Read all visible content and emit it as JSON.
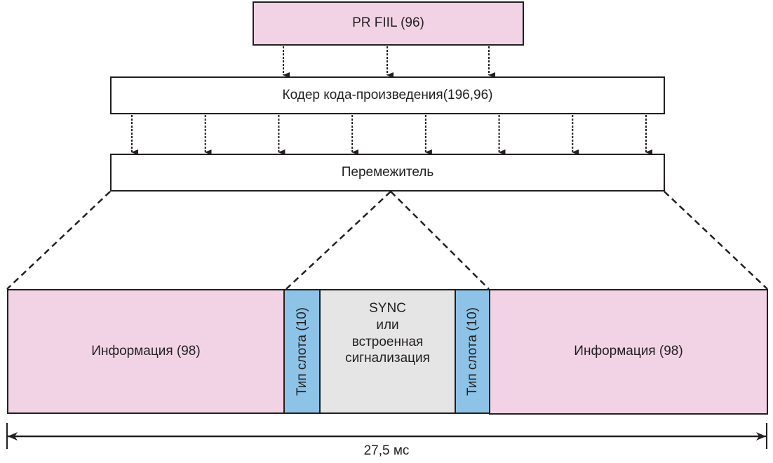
{
  "diagram": {
    "source_block": {
      "label": "PR FIIL (96)",
      "color": "#f2d3e6"
    },
    "encoder_block": {
      "label": "Кодер кода-произведения(196,96)"
    },
    "interleaver_block": {
      "label": "Перемежитель"
    },
    "burst": {
      "segments": [
        {
          "id": "info-left",
          "label": "Информация (98)",
          "color": "#f2d3e6"
        },
        {
          "id": "slot-type-left",
          "label": "Тип слота (10)",
          "color": "#8ec3e8",
          "vertical": true
        },
        {
          "id": "sync",
          "label_lines": [
            "SYNC",
            "или",
            "встроенная",
            "сигнализация"
          ],
          "color": "#e5e5e5"
        },
        {
          "id": "slot-type-right",
          "label": "Тип слота (10)",
          "color": "#8ec3e8",
          "vertical": true
        },
        {
          "id": "info-right",
          "label": "Информация (98)",
          "color": "#f2d3e6"
        }
      ]
    },
    "duration_label": "27,5 мс",
    "arrows": {
      "source_to_encoder": 3,
      "encoder_to_interleaver": 8
    }
  }
}
